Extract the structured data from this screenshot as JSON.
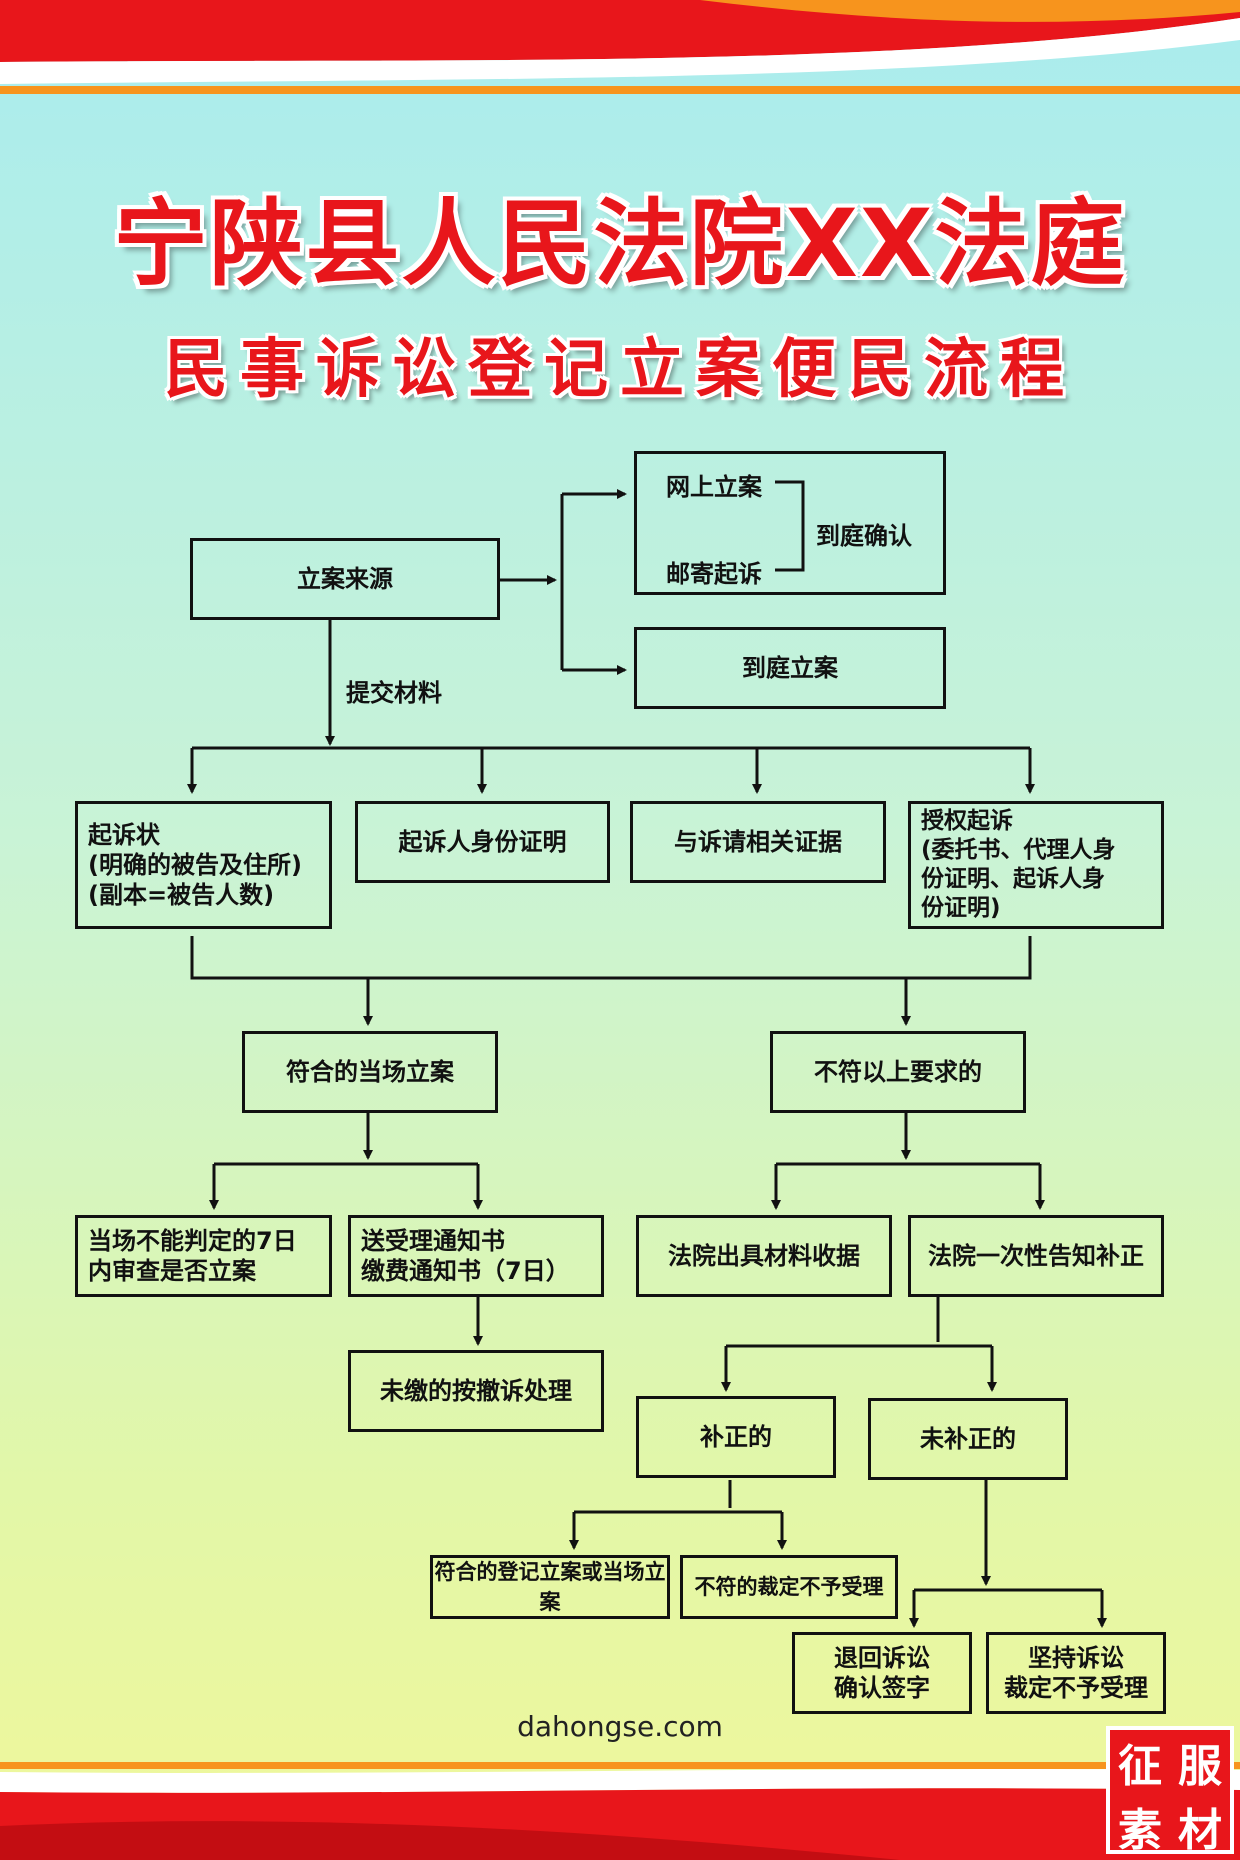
{
  "header": {
    "title": "宁陕县人民法院XX法庭",
    "subtitle": "民事诉讼登记立案便民流程"
  },
  "flow": {
    "source": "立案来源",
    "online": "网上立案",
    "mail": "邮寄起诉",
    "court_confirm": "到庭确认",
    "court_filing": "到庭立案",
    "submit_label": "提交材料",
    "complaint": "起诉状\n(明确的被告及住所)\n(副本=被告人数)",
    "identity": "起诉人身份证明",
    "evidence": "与诉请相关证据",
    "authorized": "授权起诉\n(委托书、代理人身\n份证明、起诉人身\n份证明)",
    "compliant": "符合的当场立案",
    "noncompliant": "不符以上要求的",
    "cannot_judge": "当场不能判定的7日\n内审查是否立案",
    "send_notice": "送受理通知书\n缴费通知书（7日）",
    "receipt": "法院出具材料收据",
    "one_time_notice": "法院一次性告知补正",
    "unpaid": "未缴的按撤诉处理",
    "corrected": "补正的",
    "not_corrected": "未补正的",
    "register": "符合的登记立案或当场立案",
    "reject": "不符的裁定不予受理",
    "return_sign": "退回诉讼\n确认签字",
    "insist": "坚持诉讼\n裁定不予受理"
  },
  "footer": {
    "site": "dahongse.com"
  },
  "watermark": {
    "text_1": "征",
    "text_2": "服",
    "text_3": "素",
    "text_4": "材"
  },
  "colors": {
    "title_red": "#e8161b",
    "banner_red": "#e8161b",
    "banner_orange": "#f7941d"
  }
}
